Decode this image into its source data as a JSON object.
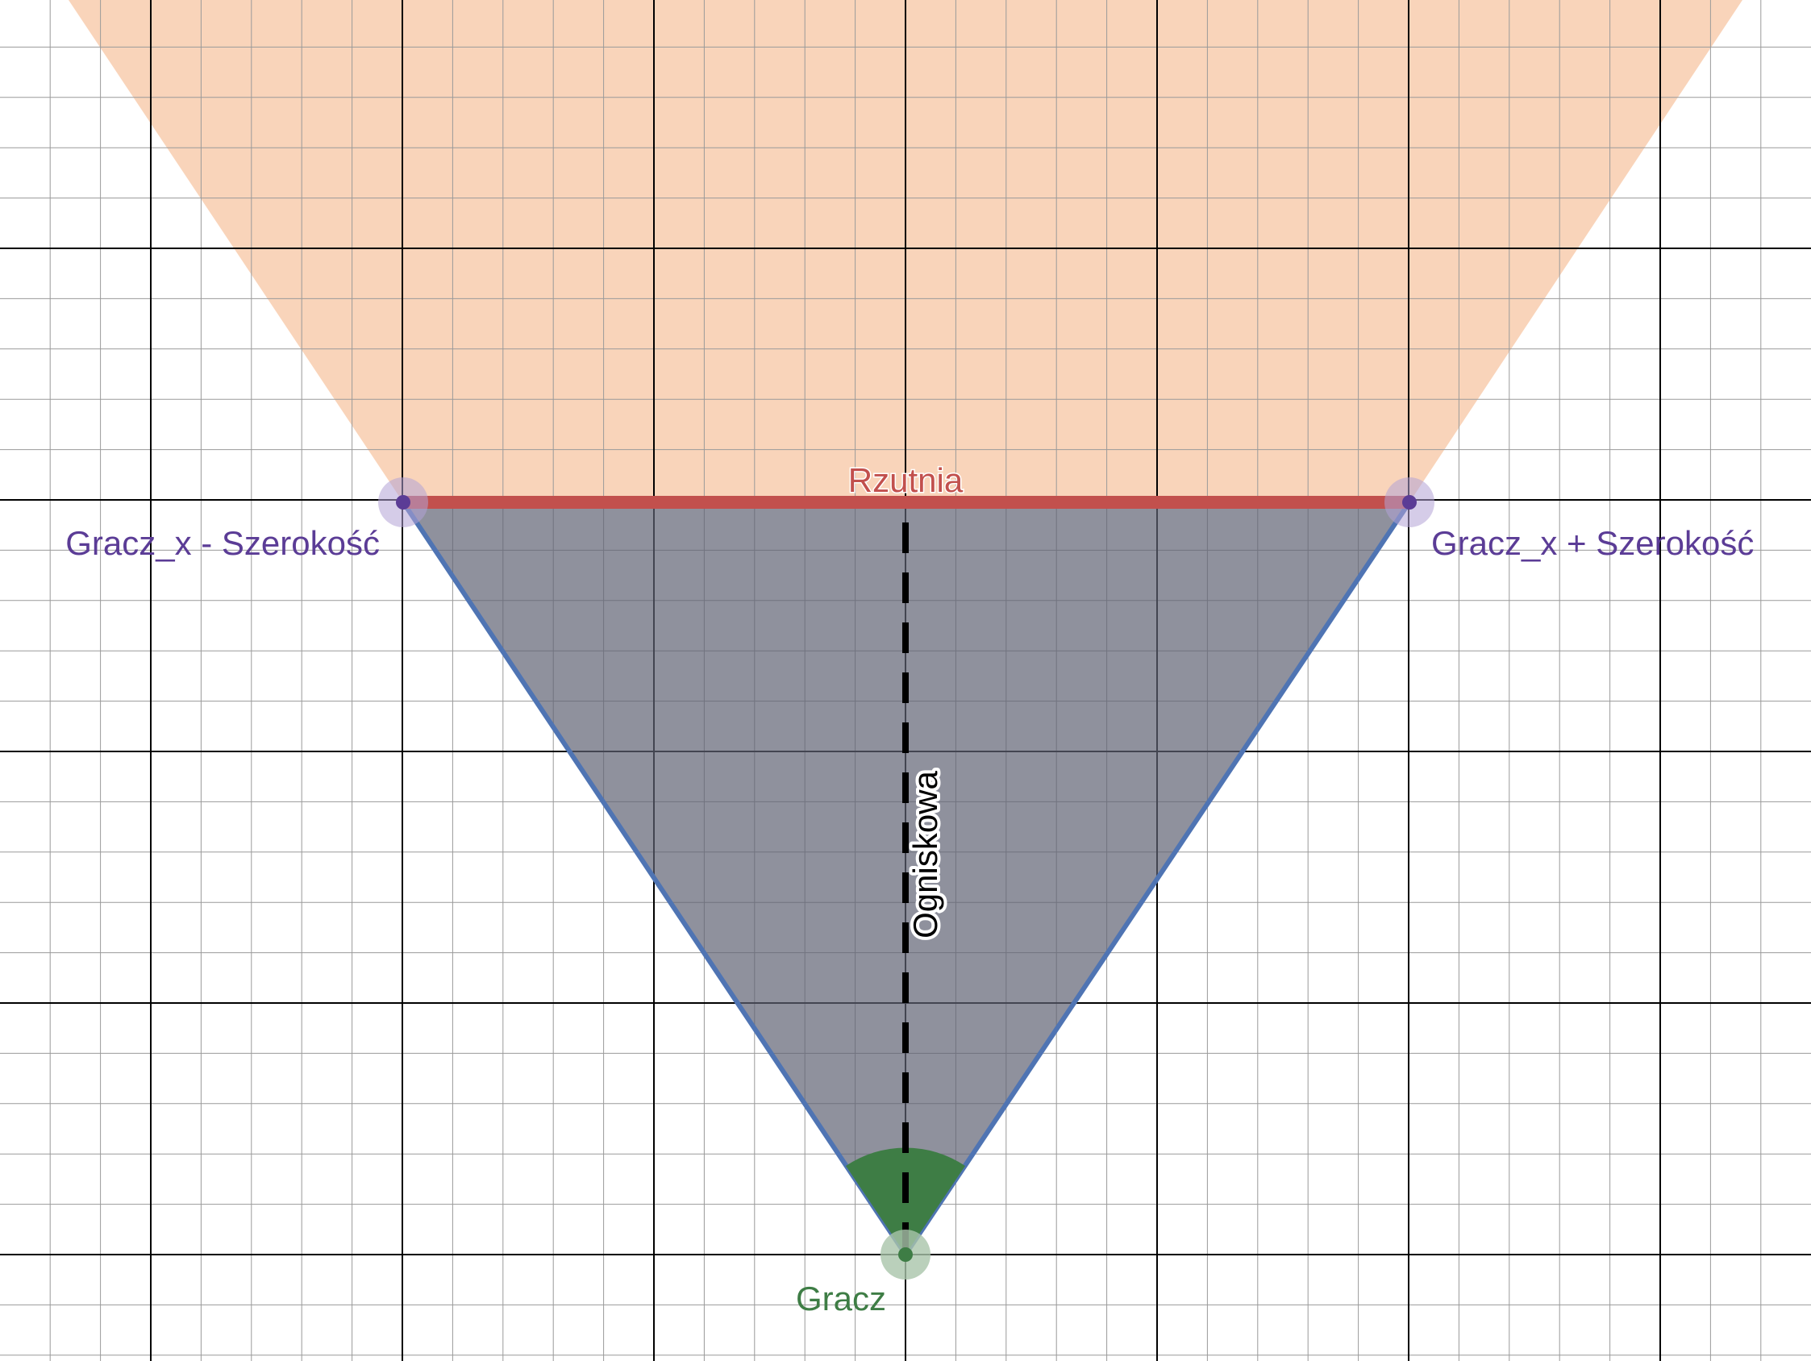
{
  "labels": {
    "viewport": "Rzutnia",
    "left_point": "Gracz_x - Szerokość",
    "right_point": "Gracz_x + Szerokość",
    "player": "Gracz",
    "focal_length": "Ogniskowa"
  },
  "colors": {
    "background": "#ffffff",
    "grid_minor": "#9a9a9a",
    "grid_major": "#000000",
    "view_cone_fill": "#f7c6a3",
    "frustum_fill": "#5f6373",
    "frustum_edge": "#4f74b3",
    "viewport_line": "#c2504d",
    "viewport_label": "#c2504d",
    "point_color": "#5b3c96",
    "point_halo": "#b3a3d6",
    "point_label": "#5b3c96",
    "player_color": "#3e7d45",
    "player_halo": "#a9c4aa",
    "player_label": "#3e7d45",
    "focal_line": "#000000",
    "focal_label_text": "#000000",
    "focal_label_outline": "#ffffff"
  }
}
